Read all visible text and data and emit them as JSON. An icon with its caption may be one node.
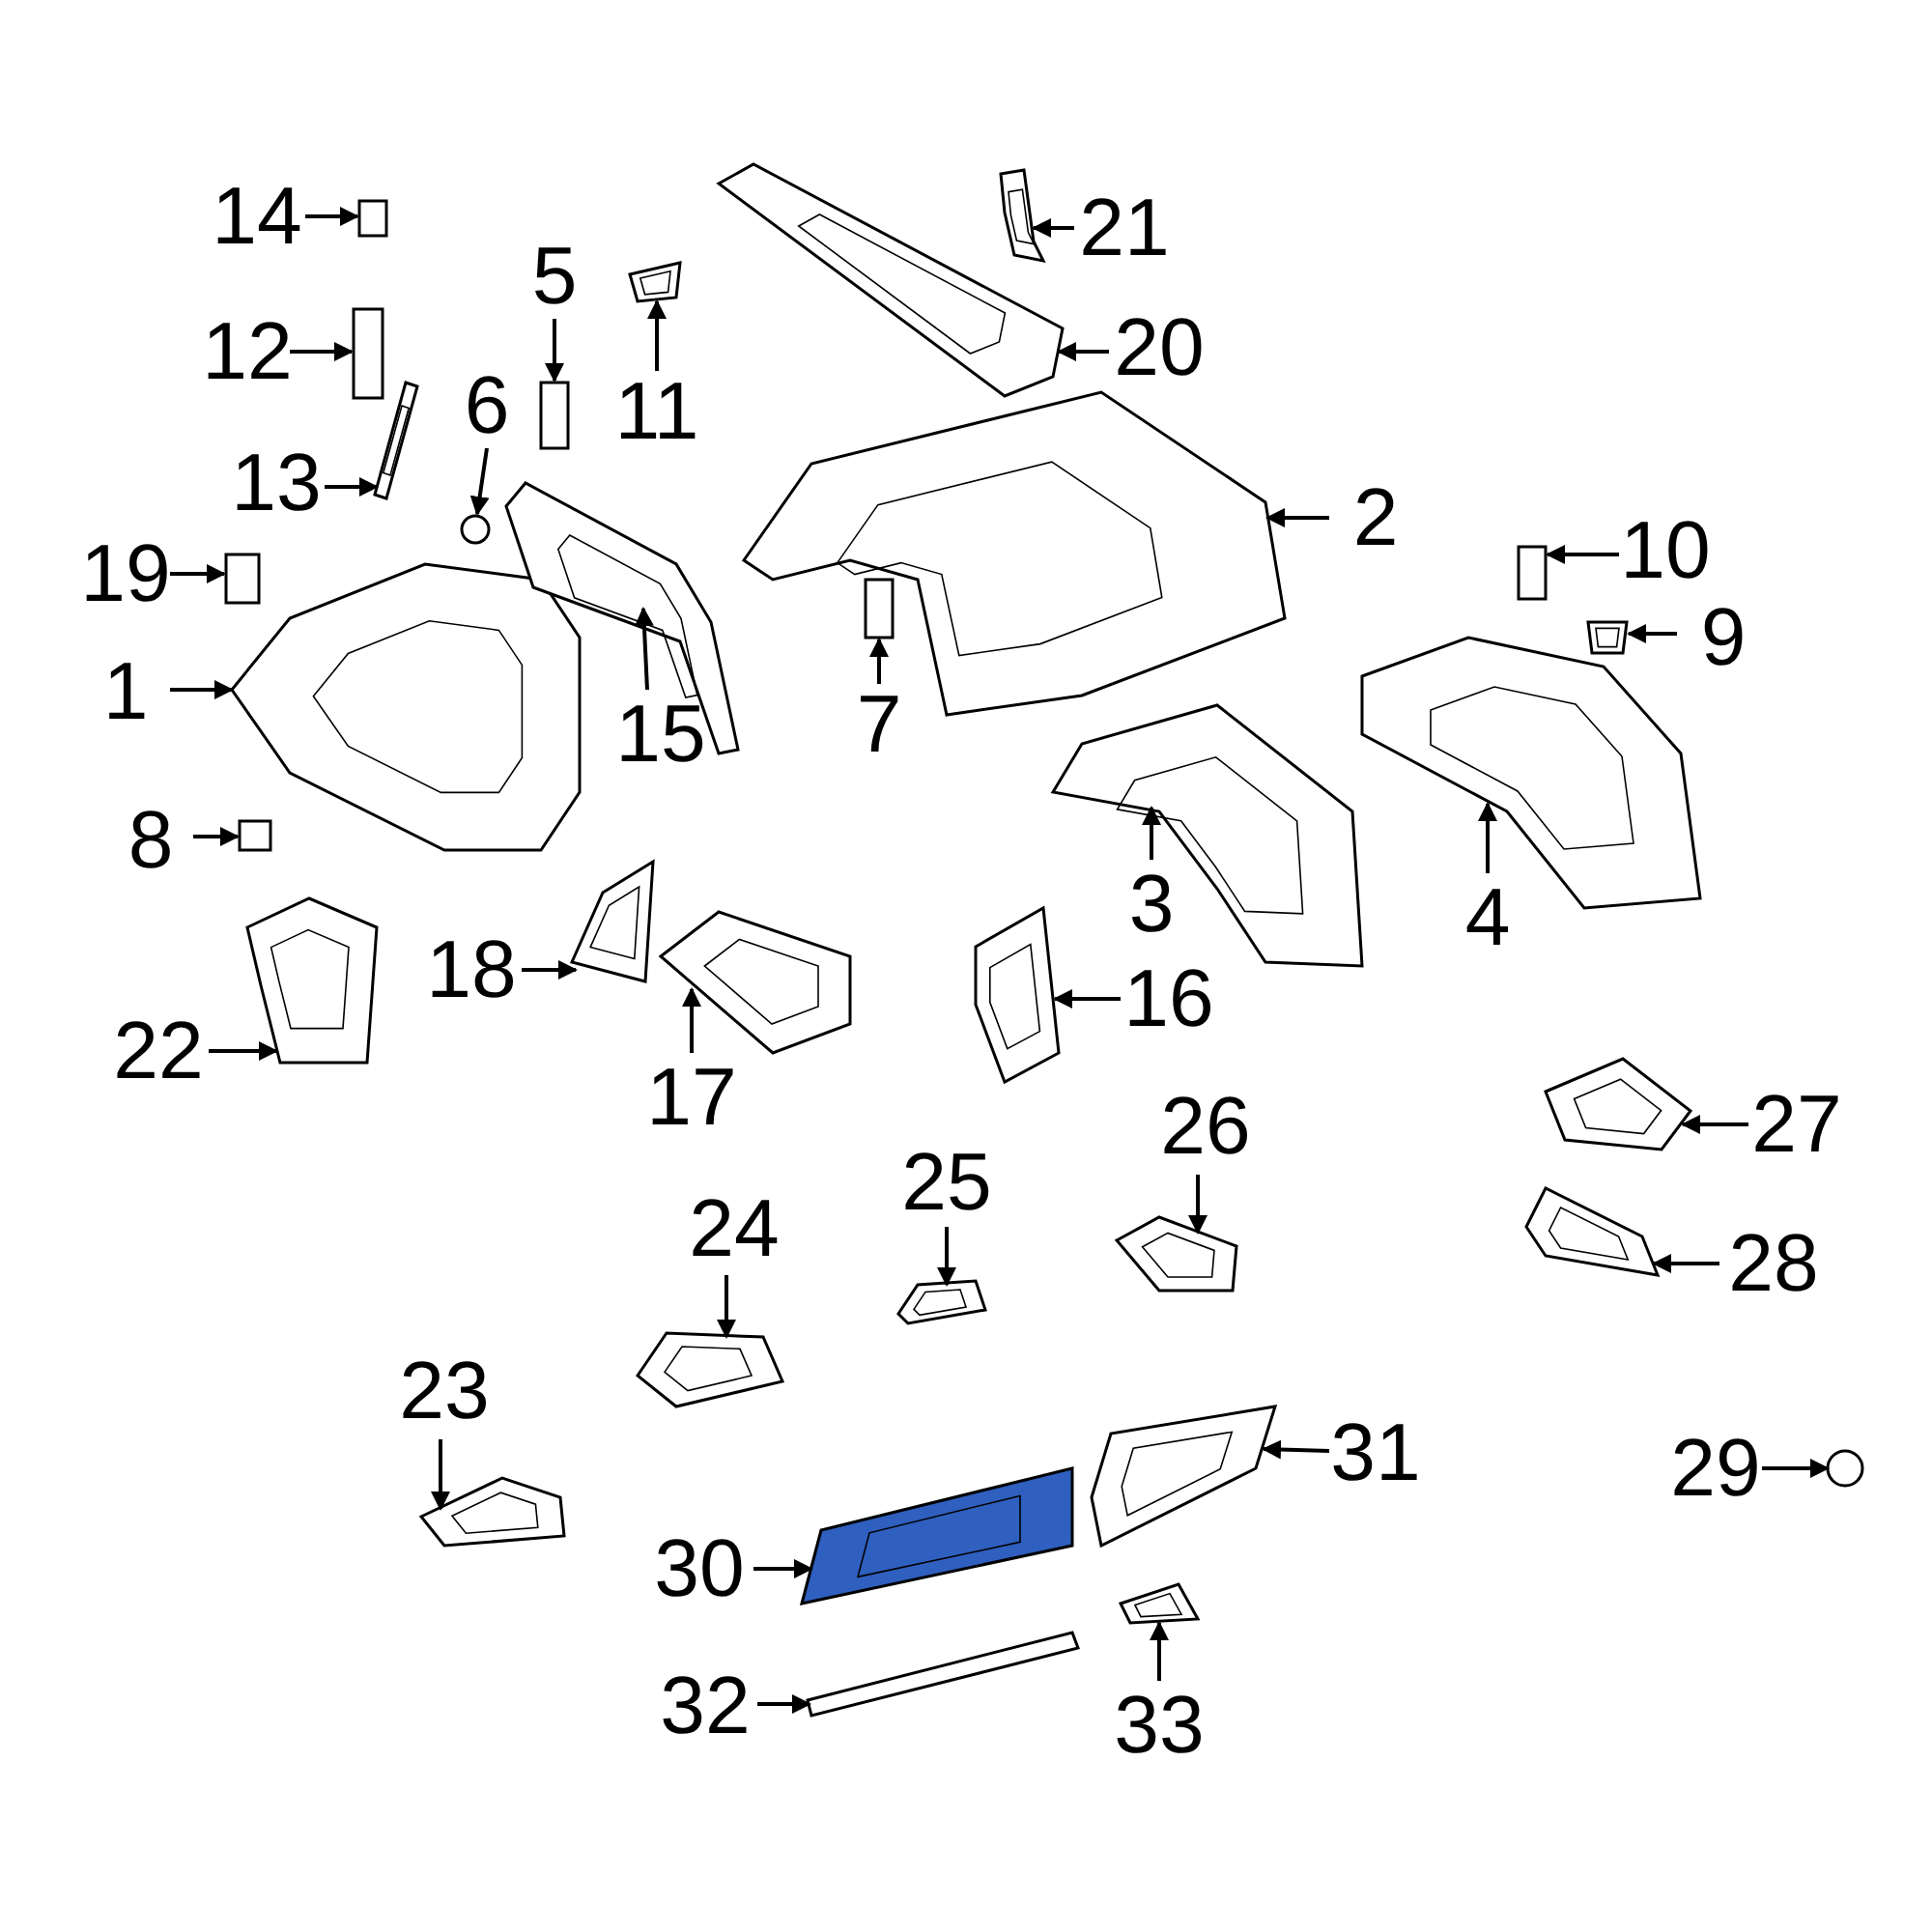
{
  "diagram": {
    "nodes": [
      {
        "text": [
          "1"
        ]
      },
      {
        "text": [
          "2"
        ]
      },
      {
        "text": [
          "3"
        ]
      },
      {
        "text": [
          "4"
        ]
      },
      {
        "text": [
          "5"
        ]
      },
      {
        "text": [
          "6"
        ]
      },
      {
        "text": [
          "7"
        ]
      },
      {
        "text": [
          "8"
        ]
      },
      {
        "text": [
          "9"
        ]
      },
      {
        "text": [
          "10"
        ]
      },
      {
        "text": [
          "11"
        ]
      },
      {
        "text": [
          "12"
        ]
      },
      {
        "text": [
          "13"
        ]
      },
      {
        "text": [
          "14"
        ]
      },
      {
        "text": [
          "15"
        ]
      },
      {
        "text": [
          "16"
        ]
      },
      {
        "text": [
          "17"
        ]
      },
      {
        "text": [
          "18"
        ]
      },
      {
        "text": [
          "19"
        ]
      },
      {
        "text": [
          "20"
        ]
      },
      {
        "text": [
          "21"
        ]
      },
      {
        "text": [
          "22"
        ]
      },
      {
        "text": [
          "23"
        ]
      },
      {
        "text": [
          "24"
        ]
      },
      {
        "text": [
          "25"
        ]
      },
      {
        "text": [
          "26"
        ]
      },
      {
        "text": [
          "27"
        ]
      },
      {
        "text": [
          "28"
        ]
      },
      {
        "text": [
          "29"
        ]
      },
      {
        "text": [
          "30"
        ]
      },
      {
        "text": [
          "31"
        ]
      },
      {
        "text": [
          "32"
        ]
      },
      {
        "text": [
          "33"
        ]
      },
      {
        "text": [],
        "shape": "picture"
      },
      {
        "text": [],
        "shape": "picture"
      },
      {
        "text": [],
        "shape": "picture"
      },
      {
        "text": [],
        "shape": "picture"
      },
      {
        "text": [],
        "shape": "box"
      },
      {
        "text": [],
        "shape": "circle"
      },
      {
        "text": [],
        "shape": "box"
      },
      {
        "text": [],
        "shape": "box"
      },
      {
        "text": [],
        "shape": "picture"
      },
      {
        "text": [],
        "shape": "box"
      },
      {
        "text": [],
        "shape": "picture"
      },
      {
        "text": [],
        "shape": "box"
      },
      {
        "text": [],
        "shape": "picture"
      },
      {
        "text": [],
        "shape": "box"
      },
      {
        "text": [],
        "shape": "picture"
      },
      {
        "text": [],
        "shape": "picture"
      },
      {
        "text": [],
        "shape": "picture"
      },
      {
        "text": [],
        "shape": "picture"
      },
      {
        "text": [],
        "shape": "box"
      },
      {
        "text": [],
        "shape": "picture"
      },
      {
        "text": [],
        "shape": "picture"
      },
      {
        "text": [],
        "shape": "picture"
      },
      {
        "text": [],
        "shape": "picture"
      },
      {
        "text": [],
        "shape": "picture"
      },
      {
        "text": [],
        "shape": "picture"
      },
      {
        "text": [],
        "shape": "picture"
      },
      {
        "text": [],
        "shape": "picture"
      },
      {
        "text": [],
        "shape": "picture"
      },
      {
        "text": [],
        "shape": "circle"
      },
      {
        "text": [],
        "shape": "picture"
      },
      {
        "text": [],
        "shape": "picture"
      },
      {
        "text": [],
        "shape": "bar"
      },
      {
        "text": [],
        "shape": "picture"
      }
    ],
    "edges": [
      {
        "from": 0,
        "to": 33,
        "arrow": "to"
      },
      {
        "from": 1,
        "to": 34,
        "arrow": "to"
      },
      {
        "from": 2,
        "to": 35,
        "arrow": "to"
      },
      {
        "from": 3,
        "to": 36,
        "arrow": "to"
      },
      {
        "from": 4,
        "to": 37,
        "arrow": "to"
      },
      {
        "from": 5,
        "to": 38,
        "arrow": "to"
      },
      {
        "from": 6,
        "to": 39,
        "arrow": "to"
      },
      {
        "from": 7,
        "to": 40,
        "arrow": "to"
      },
      {
        "from": 8,
        "to": 41,
        "arrow": "to"
      },
      {
        "from": 9,
        "to": 42,
        "arrow": "to"
      },
      {
        "from": 10,
        "to": 43,
        "arrow": "to"
      },
      {
        "from": 11,
        "to": 44,
        "arrow": "to"
      },
      {
        "from": 12,
        "to": 45,
        "arrow": "to"
      },
      {
        "from": 13,
        "to": 46,
        "arrow": "to"
      },
      {
        "from": 14,
        "to": 47,
        "arrow": "to"
      },
      {
        "from": 15,
        "to": 48,
        "arrow": "to"
      },
      {
        "from": 16,
        "to": 49,
        "arrow": "to"
      },
      {
        "from": 17,
        "to": 50,
        "arrow": "to"
      },
      {
        "from": 18,
        "to": 51,
        "arrow": "to"
      },
      {
        "from": 19,
        "to": 52,
        "arrow": "to"
      },
      {
        "from": 20,
        "to": 53,
        "arrow": "to"
      },
      {
        "from": 21,
        "to": 54,
        "arrow": "to"
      },
      {
        "from": 22,
        "to": 55,
        "arrow": "to"
      },
      {
        "from": 23,
        "to": 56,
        "arrow": "to"
      },
      {
        "from": 24,
        "to": 57,
        "arrow": "to"
      },
      {
        "from": 25,
        "to": 58,
        "arrow": "to"
      },
      {
        "from": 26,
        "to": 59,
        "arrow": "to"
      },
      {
        "from": 27,
        "to": 60,
        "arrow": "to"
      },
      {
        "from": 28,
        "to": 61,
        "arrow": "to"
      },
      {
        "from": 29,
        "to": 62,
        "arrow": "to"
      },
      {
        "from": 30,
        "to": 63,
        "arrow": "to"
      },
      {
        "from": 31,
        "to": 64,
        "arrow": "to"
      },
      {
        "from": 32,
        "to": 65,
        "arrow": "to"
      }
    ]
  }
}
